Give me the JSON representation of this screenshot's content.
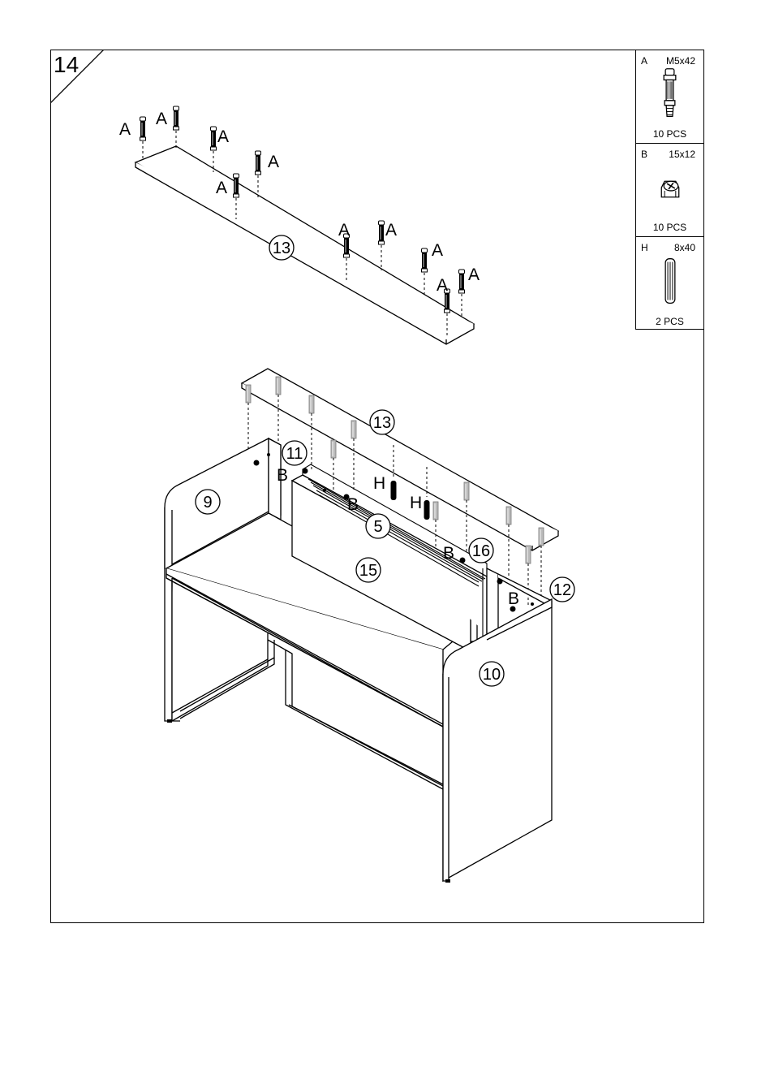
{
  "step": {
    "number": "14"
  },
  "parts": [
    {
      "letter": "A",
      "size": "M5x42",
      "qty": "10  PCS",
      "icon": "cam-bolt-icon"
    },
    {
      "letter": "B",
      "size": "15x12",
      "qty": "10  PCS",
      "icon": "cam-lock-icon"
    },
    {
      "letter": "H",
      "size": "8x40",
      "qty": "2  PCS",
      "icon": "wood-dowel-icon"
    }
  ],
  "labels": {
    "part_13": "13",
    "part_9": "9",
    "part_10": "10",
    "part_11": "11",
    "part_12": "12",
    "part_5": "5",
    "part_15": "15",
    "part_16": "16",
    "fastener_a": "A",
    "fastener_b": "B",
    "fastener_h": "H"
  }
}
